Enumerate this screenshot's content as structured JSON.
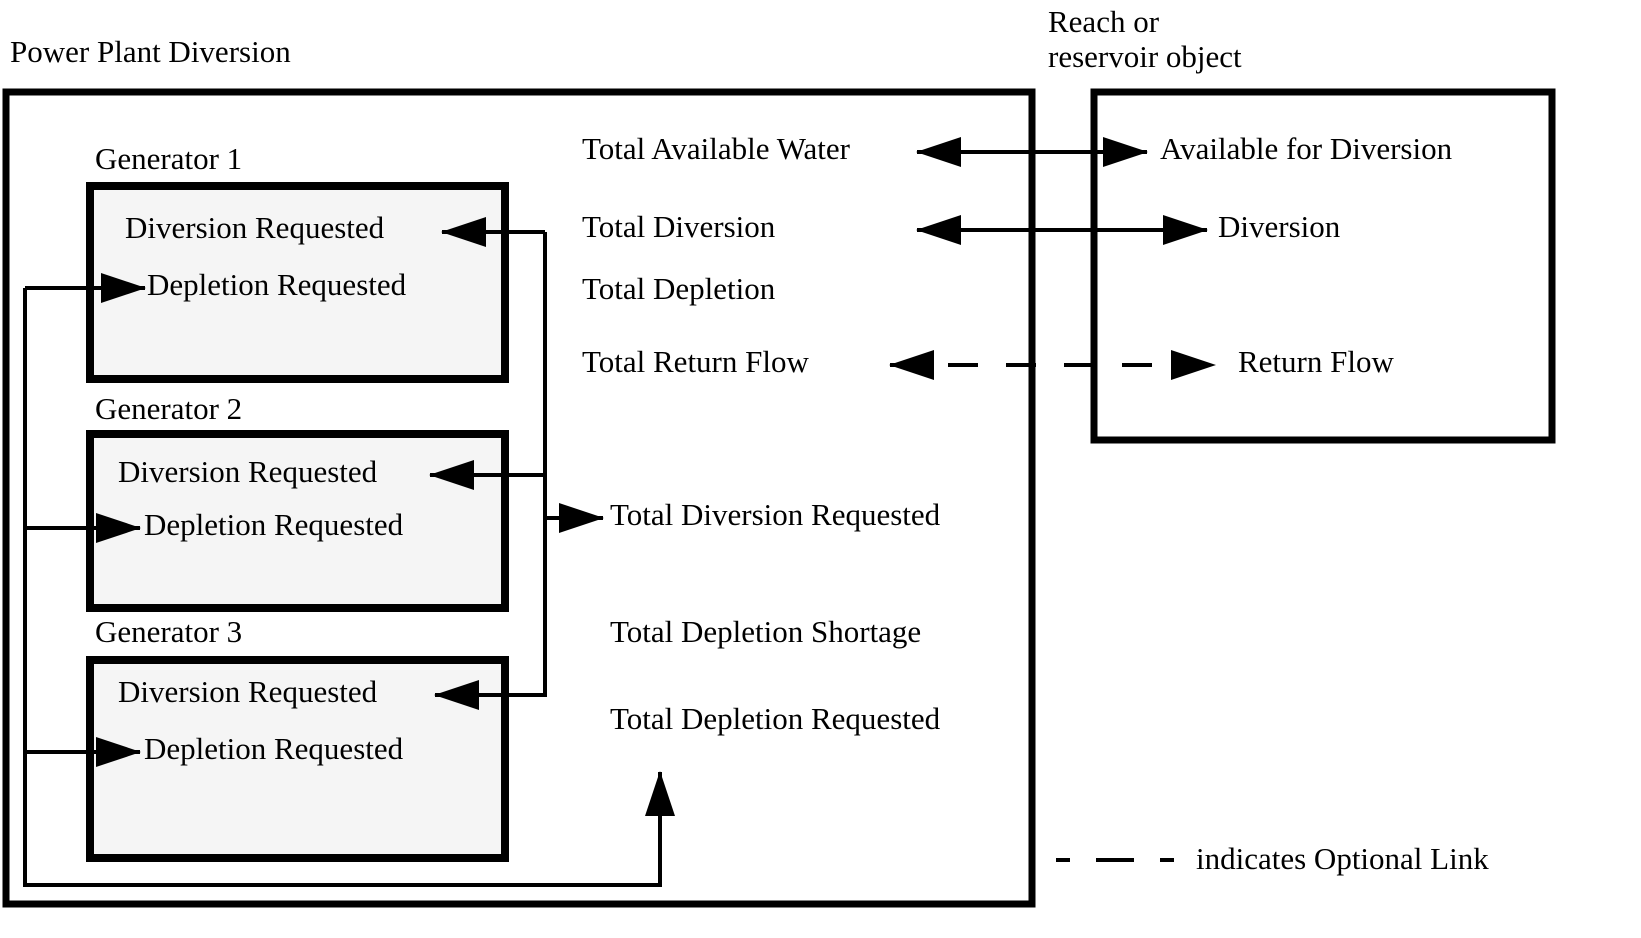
{
  "power_plant": {
    "title": "Power Plant Diversion",
    "slots": {
      "total_available_water": "Total Available Water",
      "total_diversion": "Total Diversion",
      "total_depletion": "Total Depletion",
      "total_return_flow": "Total Return Flow",
      "total_diversion_requested": "Total Diversion Requested",
      "total_depletion_shortage": "Total Depletion Shortage",
      "total_depletion_requested": "Total Depletion Requested"
    },
    "generators": [
      {
        "label": "Generator 1",
        "slots": {
          "diversion_requested": "Diversion Requested",
          "depletion_requested": "Depletion Requested"
        }
      },
      {
        "label": "Generator 2",
        "slots": {
          "diversion_requested": "Diversion Requested",
          "depletion_requested": "Depletion Requested"
        }
      },
      {
        "label": "Generator 3",
        "slots": {
          "diversion_requested": "Diversion Requested",
          "depletion_requested": "Depletion Requested"
        }
      }
    ]
  },
  "reach": {
    "label_line1": "Reach or",
    "label_line2": "reservoir object",
    "slots": {
      "available_for_diversion": "Available for Diversion",
      "diversion": "Diversion",
      "return_flow": "Return Flow"
    }
  },
  "legend": {
    "optional_link": "indicates Optional Link"
  },
  "colors": {
    "line": "#000000",
    "generator_fill": "#f5f5f5",
    "background": "#ffffff"
  }
}
